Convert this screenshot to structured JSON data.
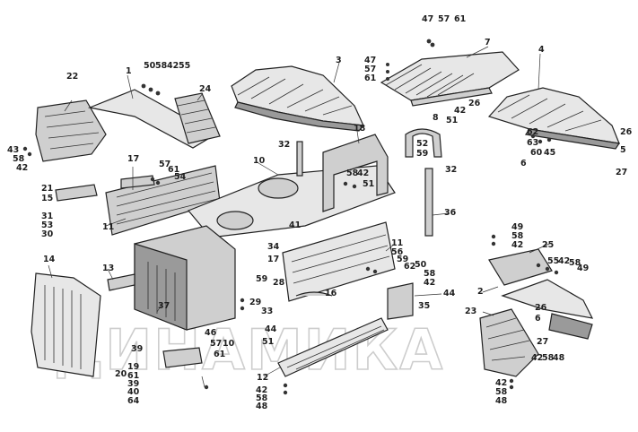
{
  "watermark": "ДИНАМИКА",
  "callouts": [
    {
      "text": "47"
    },
    {
      "text": "57"
    },
    {
      "text": "61"
    },
    {
      "text": "7"
    },
    {
      "text": "47"
    },
    {
      "text": "57"
    },
    {
      "text": "61"
    },
    {
      "text": "3"
    },
    {
      "text": "4"
    },
    {
      "text": "22"
    },
    {
      "text": "1"
    },
    {
      "text": "50"
    },
    {
      "text": "58"
    },
    {
      "text": "42"
    },
    {
      "text": "55"
    },
    {
      "text": "24"
    },
    {
      "text": "8"
    },
    {
      "text": "42"
    },
    {
      "text": "26"
    },
    {
      "text": "51"
    },
    {
      "text": "62"
    },
    {
      "text": "63"
    },
    {
      "text": "60"
    },
    {
      "text": "45"
    },
    {
      "text": "26"
    },
    {
      "text": "5"
    },
    {
      "text": "27"
    },
    {
      "text": "6"
    },
    {
      "text": "52"
    },
    {
      "text": "59"
    },
    {
      "text": "43"
    },
    {
      "text": "58"
    },
    {
      "text": "42"
    },
    {
      "text": "18"
    },
    {
      "text": "32"
    },
    {
      "text": "10"
    },
    {
      "text": "17"
    },
    {
      "text": "57"
    },
    {
      "text": "61"
    },
    {
      "text": "54"
    },
    {
      "text": "58"
    },
    {
      "text": "42"
    },
    {
      "text": "51"
    },
    {
      "text": "32"
    },
    {
      "text": "21"
    },
    {
      "text": "15"
    },
    {
      "text": "31"
    },
    {
      "text": "53"
    },
    {
      "text": "30"
    },
    {
      "text": "11"
    },
    {
      "text": "41"
    },
    {
      "text": "36"
    },
    {
      "text": "49"
    },
    {
      "text": "58"
    },
    {
      "text": "42"
    },
    {
      "text": "25"
    },
    {
      "text": "34"
    },
    {
      "text": "11"
    },
    {
      "text": "56"
    },
    {
      "text": "59"
    },
    {
      "text": "62"
    },
    {
      "text": "50"
    },
    {
      "text": "58"
    },
    {
      "text": "42"
    },
    {
      "text": "55"
    },
    {
      "text": "42"
    },
    {
      "text": "58"
    },
    {
      "text": "49"
    },
    {
      "text": "14"
    },
    {
      "text": "13"
    },
    {
      "text": "17"
    },
    {
      "text": "28"
    },
    {
      "text": "59"
    },
    {
      "text": "16"
    },
    {
      "text": "44"
    },
    {
      "text": "2"
    },
    {
      "text": "35"
    },
    {
      "text": "37"
    },
    {
      "text": "29"
    },
    {
      "text": "33"
    },
    {
      "text": "23"
    },
    {
      "text": "26"
    },
    {
      "text": "6"
    },
    {
      "text": "27"
    },
    {
      "text": "44"
    },
    {
      "text": "51"
    },
    {
      "text": "46"
    },
    {
      "text": "57"
    },
    {
      "text": "61"
    },
    {
      "text": "10"
    },
    {
      "text": "39"
    },
    {
      "text": "19"
    },
    {
      "text": "61"
    },
    {
      "text": "39"
    },
    {
      "text": "20"
    },
    {
      "text": "40"
    },
    {
      "text": "64"
    },
    {
      "text": "12"
    },
    {
      "text": "42"
    },
    {
      "text": "58"
    },
    {
      "text": "48"
    },
    {
      "text": "42"
    },
    {
      "text": "58"
    },
    {
      "text": "48"
    },
    {
      "text": "42"
    },
    {
      "text": "58"
    },
    {
      "text": "48"
    }
  ]
}
